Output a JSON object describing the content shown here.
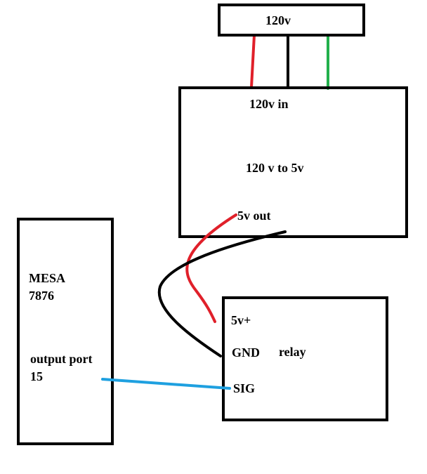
{
  "colors": {
    "box_stroke": "#000000",
    "hot_wire": "#e0202a",
    "neutral_wire": "#000000",
    "ground_wire": "#22b04c",
    "signal_wire": "#1ea0e0"
  },
  "labels": {
    "source": "120v",
    "converter_in": "120v in",
    "converter_title": "120 v to 5v",
    "converter_out": "5v out",
    "mesa_line1": "MESA",
    "mesa_line2": "7876",
    "port_line1": "output port",
    "port_line2": "15",
    "relay_vcc": "5v+",
    "relay_gnd": "GND",
    "relay_title": "relay",
    "relay_sig": "SIG"
  }
}
